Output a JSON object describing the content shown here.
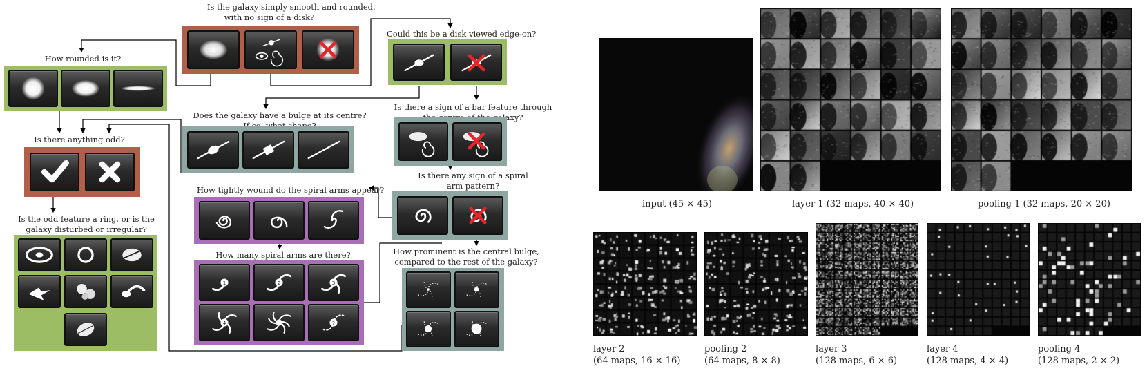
{
  "questions": {
    "q_smooth": [
      "Is the galaxy simply smooth and rounded,",
      "with no sign of a disk?"
    ],
    "q_rounded": [
      "How rounded is it?"
    ],
    "q_edgeon": [
      "Could this be a disk viewed edge-on?"
    ],
    "q_bulge_shape": [
      "Does the galaxy have a bulge at its centre?",
      "If so, what shape?"
    ],
    "q_bar": [
      "Is there a sign of a bar feature through",
      "the centre of the galaxy?"
    ],
    "q_odd": [
      "Is there anything odd?"
    ],
    "q_spiral": [
      "Is there any sign of a spiral",
      "arm pattern?"
    ],
    "q_tightness": [
      "How tightly wound do the spiral arms appear?"
    ],
    "q_odd_feature": [
      "Is the odd feature a ring, or is the",
      "galaxy disturbed or irregular?"
    ],
    "q_arms": [
      "How many spiral arms are there?"
    ],
    "q_prominence": [
      "How prominent is the central bulge,",
      "compared to the rest of the galaxy?"
    ]
  },
  "arm_counts": [
    "1",
    "2",
    "3",
    "4",
    "?"
  ],
  "icons": [
    "smooth-galaxy-icon",
    "features-galaxy-icon",
    "star-artifact-icon",
    "round-icon",
    "in-between-icon",
    "cigar-icon",
    "edge-on-icon",
    "not-edge-on-icon",
    "rounded-bulge-icon",
    "boxy-bulge-icon",
    "no-bulge-icon",
    "bar-icon",
    "no-bar-icon",
    "check-icon",
    "x-icon",
    "spiral-icon",
    "no-spiral-icon",
    "ring-icon",
    "lens-icon",
    "dust-lane-icon",
    "irregular-icon",
    "merger-icon",
    "tidal-debris-icon",
    "disturbed-icon"
  ],
  "colors": {
    "brown": "#b0604a",
    "green": "#9cbd63",
    "teal": "#8fa7a3",
    "purple": "#a86fb6",
    "cross": "#e8242a"
  },
  "captions": {
    "input": "input (45 × 45)",
    "layer1": "layer 1 (32 maps, 40 × 40)",
    "pooling1": "pooling 1 (32 maps, 20 × 20)",
    "layer2": [
      "layer 2",
      "(64 maps, 16 × 16)"
    ],
    "pooling2": [
      "pooling 2",
      "(64 maps, 8 × 8)"
    ],
    "layer3": [
      "layer 3",
      "(128 maps, 6 × 6)"
    ],
    "layer4": [
      "layer 4",
      "(128 maps, 4 × 4)"
    ],
    "pooling4": [
      "pooling 4",
      "(128 maps, 2 × 2)"
    ]
  }
}
